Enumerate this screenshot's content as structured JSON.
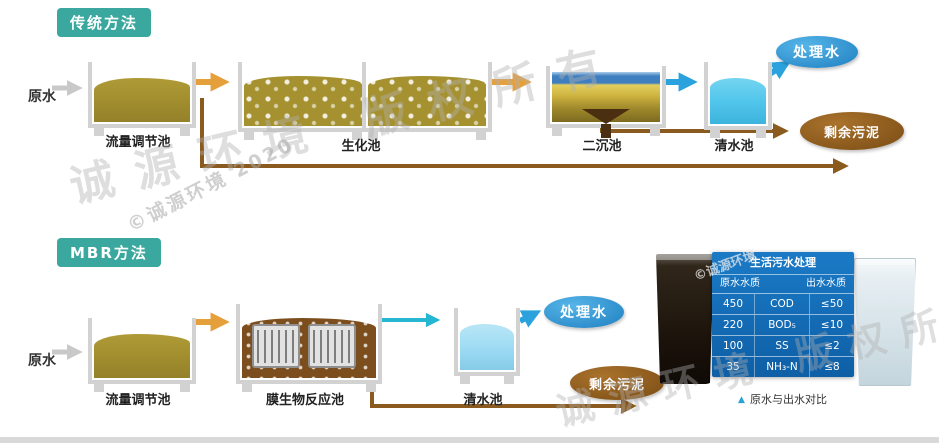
{
  "sections": {
    "traditional": {
      "badge": "传统方法",
      "raw_water": "原水",
      "tanks": {
        "regulation": "流量调节池",
        "biochemical": "生化池",
        "sedimentation": "二沉池",
        "clear": "清水池"
      },
      "treated_water": "处理水",
      "excess_sludge": "剩余污泥"
    },
    "mbr": {
      "badge": "MBR方法",
      "raw_water": "原水",
      "tanks": {
        "regulation": "流量调节池",
        "membrane": "膜生物反应池",
        "clear": "清水池"
      },
      "treated_water": "处理水",
      "excess_sludge": "剩余污泥"
    }
  },
  "table": {
    "title": "生活污水处理",
    "columns": {
      "influent": "原水水质",
      "effluent": "出水水质"
    },
    "rows": [
      {
        "influent": "450",
        "param": "COD",
        "effluent": "≤50"
      },
      {
        "influent": "220",
        "param": "BOD₅",
        "effluent": "≤10"
      },
      {
        "influent": "100",
        "param": "SS",
        "effluent": "≤2"
      },
      {
        "influent": "35",
        "param": "NH₃-N",
        "effluent": "≤8"
      }
    ],
    "caption_marker": "▲",
    "caption": "原水与出水对比"
  },
  "watermarks": {
    "wm1": "诚源环境  版权所有",
    "wm2": "©诚源环境 2020",
    "wm3": "诚源环境  版权所有",
    "wm4": "©诚源环境"
  },
  "colors": {
    "badge_teal": "#3aa89e",
    "arrow_orange": "#e5a03c",
    "arrow_blue": "#2ba2de",
    "arrow_cyan": "#25b6d2",
    "arrow_gray": "#c9c9c9",
    "sludge_brown": "#8a5a1e",
    "treated_ellipse_blue": "#1f7fc0",
    "table_blue": "#0e5fa6",
    "olive_liquid": "#a5912f",
    "clear_water_cyan": "#52c6ec"
  }
}
